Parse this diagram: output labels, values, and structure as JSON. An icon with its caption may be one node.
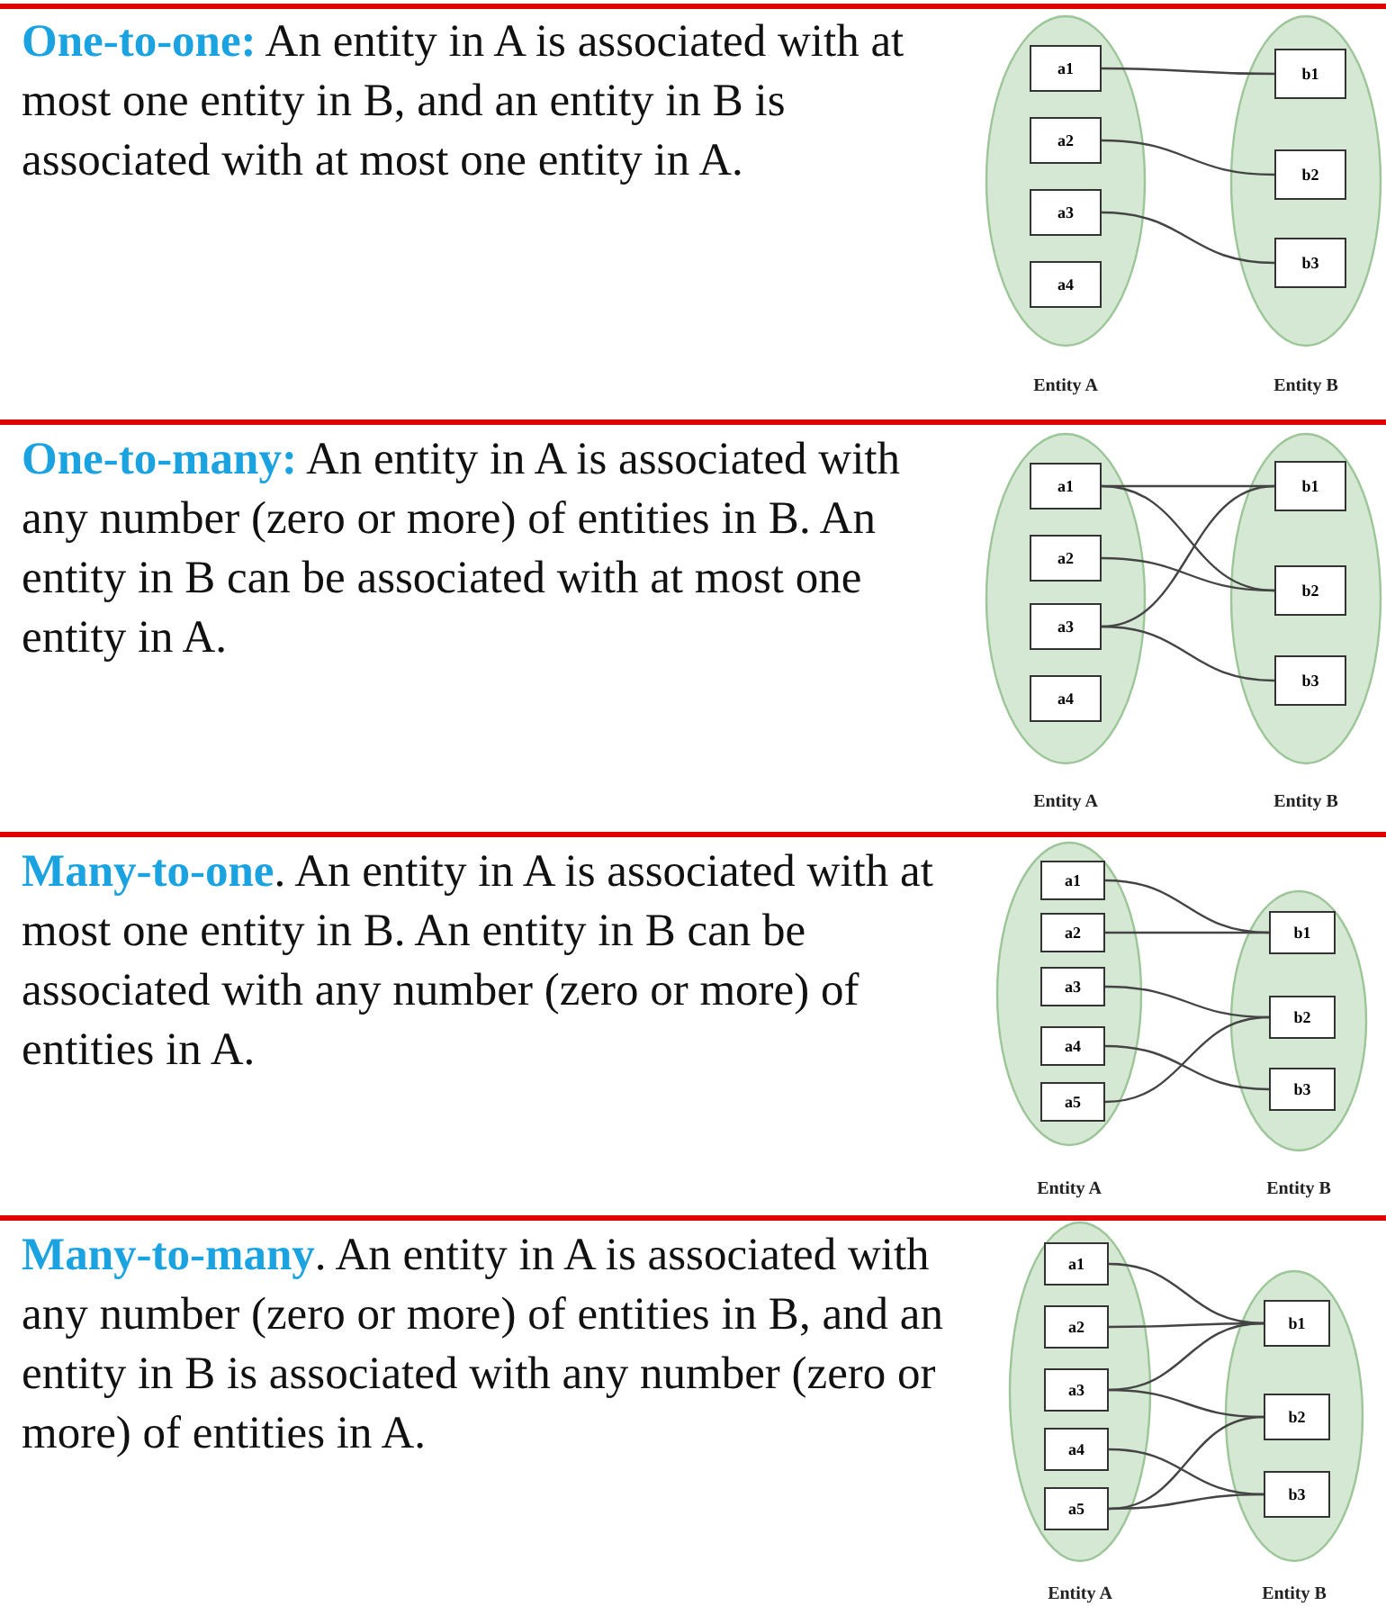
{
  "diagram": {
    "nodes": [
      {
        "text": [
          "Entity A"
        ]
      },
      {
        "text": [
          "a1"
        ],
        "in": 0
      },
      {
        "text": [
          "a2"
        ],
        "in": 0
      },
      {
        "text": [
          "a3"
        ],
        "in": 0
      },
      {
        "text": [
          "a4"
        ],
        "in": 0
      },
      {
        "text": [
          "Entity B"
        ]
      },
      {
        "text": [
          "b1"
        ],
        "in": 5
      },
      {
        "text": [
          "b2"
        ],
        "in": 5
      },
      {
        "text": [
          "b3"
        ],
        "in": 5
      },
      {
        "text": [
          "Entity A"
        ]
      },
      {
        "text": [
          "a1"
        ],
        "in": 9
      },
      {
        "text": [
          "a2"
        ],
        "in": 9
      },
      {
        "text": [
          "a3"
        ],
        "in": 9
      },
      {
        "text": [
          "a4"
        ],
        "in": 9
      },
      {
        "text": [
          "Entity B"
        ]
      },
      {
        "text": [
          "b1"
        ],
        "in": 14
      },
      {
        "text": [
          "b2"
        ],
        "in": 14
      },
      {
        "text": [
          "b3"
        ],
        "in": 14
      },
      {
        "text": [
          "Entity A"
        ]
      },
      {
        "text": [
          "a1"
        ],
        "in": 18
      },
      {
        "text": [
          "a2"
        ],
        "in": 18
      },
      {
        "text": [
          "a3"
        ],
        "in": 18
      },
      {
        "text": [
          "a4"
        ],
        "in": 18
      },
      {
        "text": [
          "a5"
        ],
        "in": 18
      },
      {
        "text": [
          "Entity B"
        ]
      },
      {
        "text": [
          "b1"
        ],
        "in": 24
      },
      {
        "text": [
          "b2"
        ],
        "in": 24
      },
      {
        "text": [
          "b3"
        ],
        "in": 24
      },
      {
        "text": [
          "Entity A"
        ]
      },
      {
        "text": [
          "a1"
        ],
        "in": 28
      },
      {
        "text": [
          "a2"
        ],
        "in": 28
      },
      {
        "text": [
          "a3"
        ],
        "in": 28
      },
      {
        "text": [
          "a4"
        ],
        "in": 28
      },
      {
        "text": [
          "a5"
        ],
        "in": 28
      },
      {
        "text": [
          "Entity B"
        ]
      },
      {
        "text": [
          "b1"
        ],
        "in": 34
      },
      {
        "text": [
          "b2"
        ],
        "in": 34
      },
      {
        "text": [
          "b3"
        ],
        "in": 34
      }
    ],
    "edges": [
      {
        "from": 1,
        "to": 6,
        "arrow": "none"
      },
      {
        "from": 2,
        "to": 7,
        "arrow": "none"
      },
      {
        "from": 3,
        "to": 8,
        "arrow": "none"
      },
      {
        "from": 10,
        "to": 15,
        "arrow": "none"
      },
      {
        "from": 10,
        "to": 16,
        "arrow": "none"
      },
      {
        "from": 11,
        "to": 16,
        "arrow": "none"
      },
      {
        "from": 12,
        "to": 15,
        "arrow": "none"
      },
      {
        "from": 12,
        "to": 17,
        "arrow": "none"
      },
      {
        "from": 19,
        "to": 25,
        "arrow": "none"
      },
      {
        "from": 20,
        "to": 25,
        "arrow": "none"
      },
      {
        "from": 21,
        "to": 26,
        "arrow": "none"
      },
      {
        "from": 22,
        "to": 27,
        "arrow": "none"
      },
      {
        "from": 23,
        "to": 26,
        "arrow": "none"
      },
      {
        "from": 29,
        "to": 35,
        "arrow": "none"
      },
      {
        "from": 30,
        "to": 35,
        "arrow": "none"
      },
      {
        "from": 31,
        "to": 35,
        "arrow": "none"
      },
      {
        "from": 31,
        "to": 36,
        "arrow": "none"
      },
      {
        "from": 32,
        "to": 37,
        "arrow": "none"
      },
      {
        "from": 33,
        "to": 36,
        "arrow": "none"
      },
      {
        "from": 33,
        "to": 37,
        "arrow": "none"
      }
    ],
    "labels": [
      "**One-to-one:** An entity in A is associated with at most one entity in B, and an entity in B is associated with at most one entity in A.",
      "**One-to-many:** An entity in A is associated with any number (zero or more) of entities in B. An entity in B can be associated with at most one entity in A.",
      "**Many-to-one**. An entity in A is associated with at most one entity in B. An entity in B can be associated with any number (zero or more) of entities in A.",
      "**Many-to-many**. An entity in A is associated with any number (zero or more) of entities in B, and an entity in B is associated with any number (zero or more) of entities in A."
    ]
  }
}
